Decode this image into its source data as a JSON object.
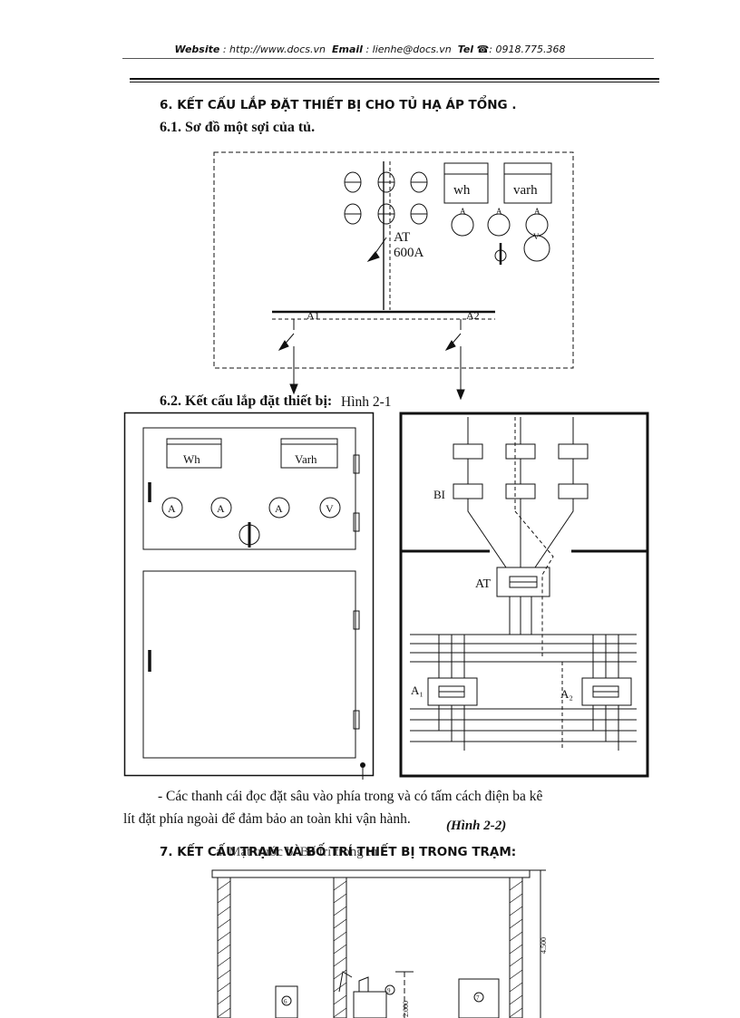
{
  "header": {
    "website_label": "Website",
    "website_value": ": http://www.docs.vn",
    "email_label": "Email",
    "email_value": ": lienhe@docs.vn",
    "tel_label": "Tel",
    "tel_value": ": 0918.775.368"
  },
  "section6": {
    "title": "6. KẾT CẤU LẮP ĐẶT THIẾT BỊ CHO TỦ HẠ ÁP TỔNG .",
    "sub1": "6.1. Sơ đồ một sợi của tủ.",
    "sub2": "6.2. Kết cấu lắp đặt thiết bị:",
    "fig1_caption": "Hình 2-1"
  },
  "diagram1": {
    "meter_wh": "wh",
    "meter_varh": "varh",
    "ammeter": "A",
    "voltmeter": "V",
    "breaker_name": "AT",
    "breaker_rating": "600A",
    "feeder1": "A1",
    "feeder2": "A2"
  },
  "diagram2": {
    "meter_wh": "Wh",
    "meter_varh": "Varh",
    "ammeter": "A",
    "voltmeter": "V"
  },
  "diagram3": {
    "bi_label": "BI",
    "at_label": "AT",
    "a1_label": "A₁",
    "a2_label": "A₂"
  },
  "paragraph": {
    "line1": "- Các thanh cái đọc  đặt sâu vào phía trong và có tấm cách điện ba kê",
    "line2": "lít đặt phía ngoài để đảm bảo an toàn khi vận hành.",
    "fig2_caption": "(Hình 2-2)",
    "overlap_text": "a. Mặt trước    b. Bố trí trong tủ"
  },
  "section7": {
    "title": "7. KẾT CẤU TRẠM VÀ BỐ TRÍ THIẾT BỊ TRONG TRẠM:",
    "dim_height": "4.500",
    "dim_inner": "2.000",
    "callout_6": "6",
    "callout_7": "7",
    "callout_9": "9"
  }
}
